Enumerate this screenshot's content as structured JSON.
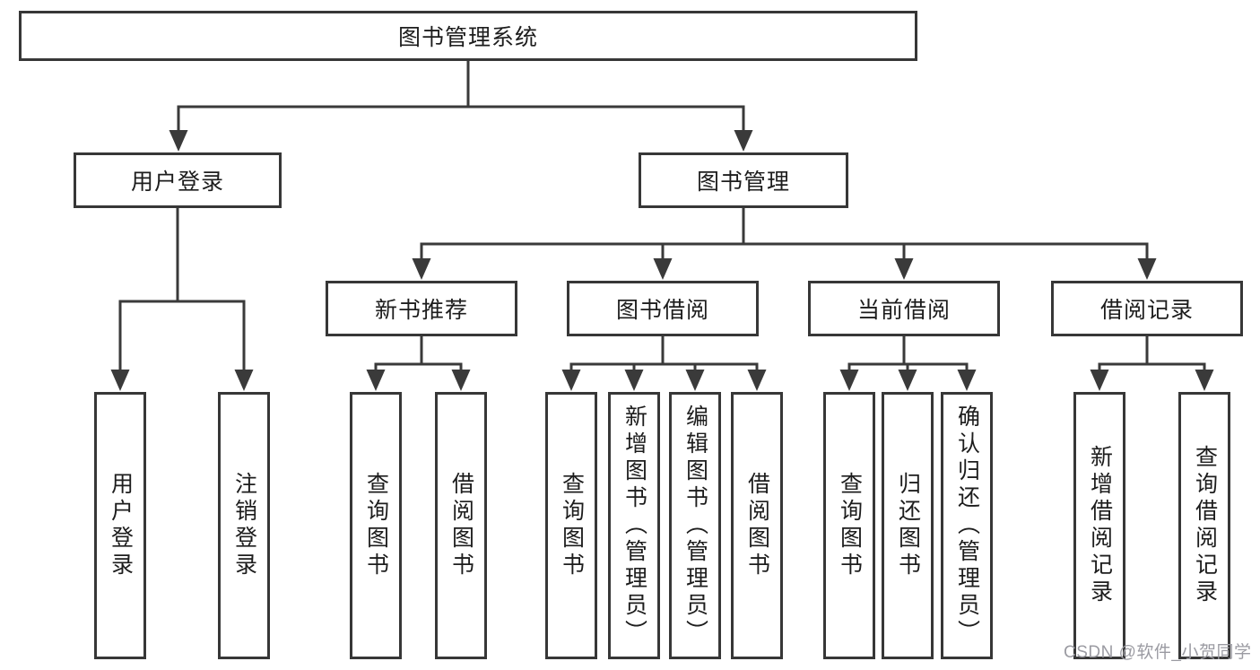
{
  "colors": {
    "line": "#3a3a3a",
    "box_border": "#373737",
    "text": "#1d1d1d",
    "background": "#ffffff",
    "watermark": "#9b9ba2"
  },
  "tree": {
    "root": {
      "label": "图书管理系统"
    },
    "branches": [
      {
        "label": "用户登录",
        "children": [
          {
            "label": "用户登录"
          },
          {
            "label": "注销登录"
          }
        ]
      },
      {
        "label": "图书管理",
        "sections": [
          {
            "label": "新书推荐",
            "children": [
              {
                "label": "查询图书"
              },
              {
                "label": "借阅图书"
              }
            ]
          },
          {
            "label": "图书借阅",
            "children": [
              {
                "label": "查询图书"
              },
              {
                "label": "新增图书︵管理员︶"
              },
              {
                "label": "编辑图书︵管理员︶"
              },
              {
                "label": "借阅图书"
              }
            ]
          },
          {
            "label": "当前借阅",
            "children": [
              {
                "label": "查询图书"
              },
              {
                "label": "归还图书"
              },
              {
                "label": "确认归还︵管理员︶"
              }
            ]
          },
          {
            "label": "借阅记录",
            "children": [
              {
                "label": "新增借阅记录"
              },
              {
                "label": "查询借阅记录"
              }
            ]
          }
        ]
      }
    ]
  },
  "watermark": {
    "text": "CSDN @软件_小贺同学"
  }
}
